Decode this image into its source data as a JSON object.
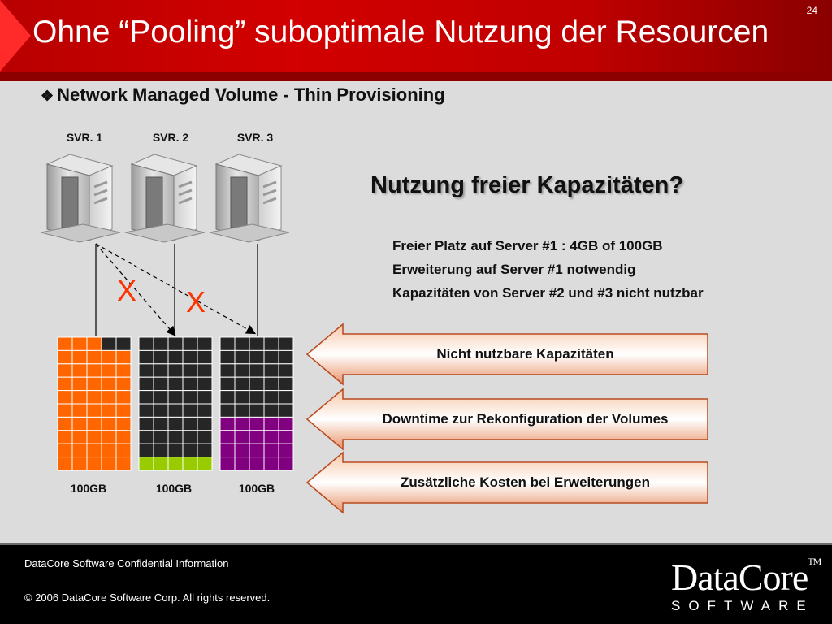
{
  "header": {
    "title": "Ohne “Pooling” suboptimale Nutzung der Resourcen",
    "page_number": "24"
  },
  "bullet": {
    "glyph": "❖",
    "text": "Network Managed Volume - Thin Provisioning"
  },
  "servers": [
    {
      "label": "SVR. 1"
    },
    {
      "label": "SVR. 2"
    },
    {
      "label": "SVR. 3"
    }
  ],
  "volumes": [
    {
      "capacity": "100GB",
      "fill": "orange",
      "cols": 5,
      "rows": 10,
      "filled_rows_bottom": 9,
      "filled_top_partial": 3
    },
    {
      "capacity": "100GB",
      "fill": "green",
      "cols": 5,
      "rows": 10,
      "filled_rows_bottom": 1,
      "filled_top_partial": 0
    },
    {
      "capacity": "100GB",
      "fill": "purple",
      "cols": 5,
      "rows": 10,
      "filled_rows_bottom": 4,
      "filled_top_partial": 0
    }
  ],
  "marks": {
    "x1": "X",
    "x2": "X"
  },
  "question": "Nutzung freier Kapazitäten?",
  "facts": [
    "Freier Platz auf Server #1 : 4GB of 100GB",
    "Erweiterung auf Server #1 notwendig",
    "Kapazitäten von Server #2 und #3 nicht nutzbar"
  ],
  "arrows": [
    "Nicht nutzbare Kapazitäten",
    "Downtime zur Rekonfiguration der Volumes",
    "Zusätzliche Kosten bei Erweiterungen"
  ],
  "colors": {
    "orange": "#ff6600",
    "green": "#99cc00",
    "purple": "#800080",
    "empty": "#262626",
    "brand_red": "#c00000"
  },
  "footer": {
    "confidential": "DataCore Software Confidential Information",
    "copyright": "© 2006  DataCore Software Corp. All rights reserved.",
    "logo_word": "DataCore",
    "logo_tm": "TM",
    "logo_sub": "SOFTWARE"
  }
}
